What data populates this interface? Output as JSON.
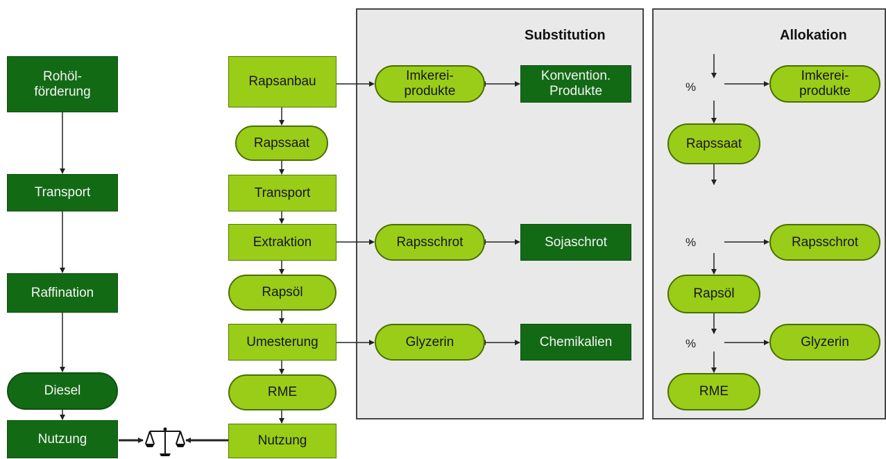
{
  "panels": {
    "substitution_title": "Substitution",
    "allocation_title": "Allokation"
  },
  "fossil": {
    "rohoel": "Rohöl-\nförderung",
    "transport": "Transport",
    "raffination": "Raffination",
    "diesel": "Diesel",
    "nutzung": "Nutzung"
  },
  "rapeseed": {
    "rapsanbau": "Rapsanbau",
    "rapssaat": "Rapssaat",
    "transport": "Transport",
    "extraktion": "Extraktion",
    "rapsoel": "Rapsöl",
    "umesterung": "Umesterung",
    "rme": "RME",
    "nutzung": "Nutzung"
  },
  "substitution": {
    "imkerei": "Imkerei-\nprodukte",
    "konvention": "Konvention.\nProdukte",
    "rapsschrot": "Rapsschrot",
    "sojaschrot": "Sojaschrot",
    "glyzerin": "Glyzerin",
    "chemikalien": "Chemikalien"
  },
  "allocation": {
    "pct1": "%",
    "imkerei": "Imkerei-\nprodukte",
    "rapssaat": "Rapssaat",
    "pct2": "%",
    "rapsschrot": "Rapsschrot",
    "rapsoel": "Rapsöl",
    "pct3": "%",
    "glyzerin": "Glyzerin",
    "rme": "RME"
  },
  "colors": {
    "dark_green": "#136a15",
    "light_green": "#9acd18",
    "panel_bg": "#e9e9e9"
  },
  "icons": {
    "scale": "balance-scale-icon"
  }
}
